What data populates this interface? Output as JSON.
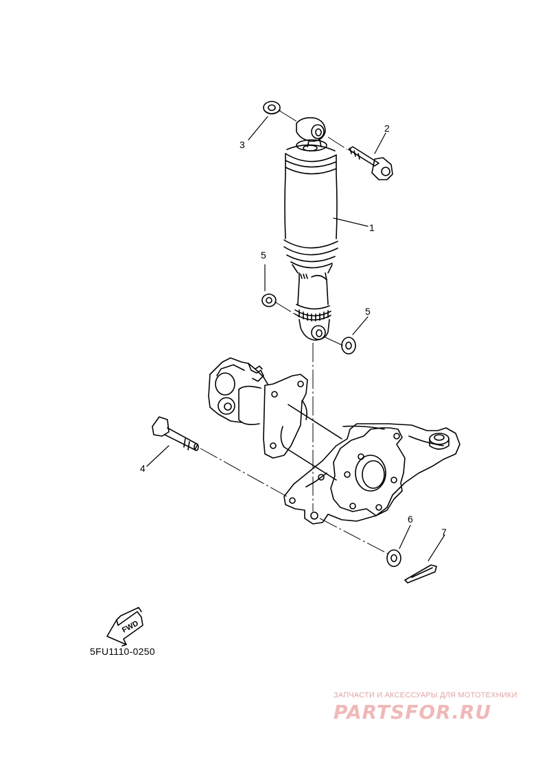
{
  "callouts": [
    {
      "number": "1"
    },
    {
      "number": "2"
    },
    {
      "number": "3"
    },
    {
      "number": "4"
    },
    {
      "number": "5"
    },
    {
      "number": "5"
    },
    {
      "number": "6"
    },
    {
      "number": "7"
    }
  ],
  "fwd_arrow": {
    "label": "FWD"
  },
  "diagram_code": "5FU1110-0250",
  "watermark": {
    "tagline": "ЗАПЧАСТИ И АКСЕССУАРЫ ДЛЯ МОТОТЕХНИКИ",
    "logo": "PARTSFOR.RU",
    "color": "#f0b8b8"
  }
}
